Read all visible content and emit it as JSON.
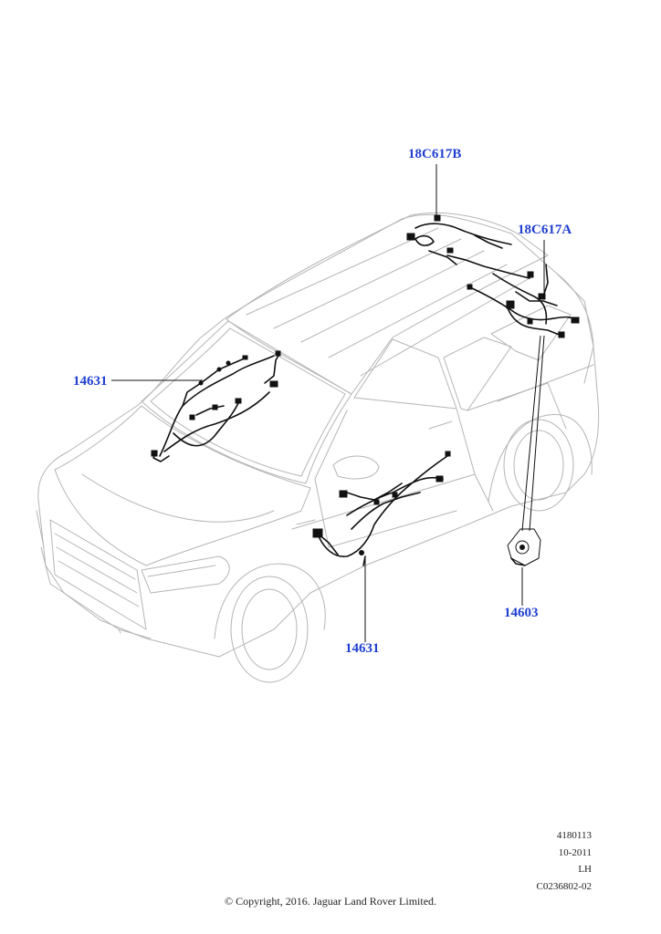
{
  "callouts": {
    "front_harness_label": "14631",
    "door_harness_label": "14631",
    "roof_harness_b_label": "18C617B",
    "roof_harness_a_label": "18C617A",
    "bracket_label": "14603"
  },
  "reference": {
    "code": "4180113",
    "date": "10-2011",
    "side": "LH",
    "illustration_id": "C0236802-02"
  },
  "copyright": "© Copyright, 2016. Jaguar Land Rover Limited.",
  "colors": {
    "callout": "#1f3fd0",
    "outline": "#b5b5b5",
    "harness": "#111111"
  }
}
